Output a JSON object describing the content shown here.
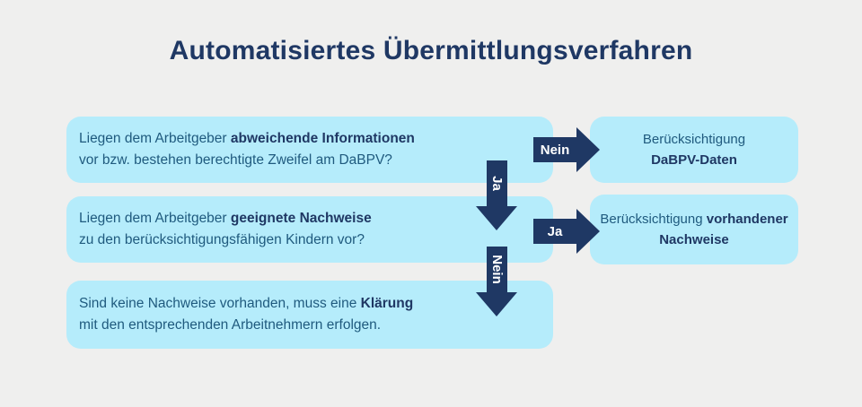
{
  "title": "Automatisiertes Übermittlungsverfahren",
  "colors": {
    "background": "#efefee",
    "box_fill": "#b5ecfb",
    "navy": "#1f3864",
    "body_text": "#1f5a7e",
    "arrow_label_text": "#ffffff"
  },
  "flow": {
    "left_boxes": [
      {
        "line1_pre": "Liegen dem Arbeitgeber ",
        "line1_bold": "abweichende Informationen",
        "line2": "vor bzw. bestehen berechtigte Zweifel am DaBPV?"
      },
      {
        "line1_pre": "Liegen dem Arbeitgeber ",
        "line1_bold": "geeignete Nachweise",
        "line2": "zu den berücksichtigungsfähigen Kindern vor?"
      },
      {
        "line1_pre": "Sind keine Nachweise vorhanden, muss eine ",
        "line1_bold": "Klärung",
        "line2": "mit den entsprechenden Arbeitnehmern erfolgen."
      }
    ],
    "right_boxes": [
      {
        "line1": "Berücksichtigung",
        "line2_bold": "DaBPV-Daten"
      },
      {
        "line1_pre": "Berücksichtigung ",
        "line1_bold": "vorhandener",
        "line2_bold": "Nachweise"
      }
    ],
    "arrows": {
      "nein_right": "Nein",
      "ja_down": "Ja",
      "ja_right": "Ja",
      "nein_down": "Nein"
    }
  }
}
